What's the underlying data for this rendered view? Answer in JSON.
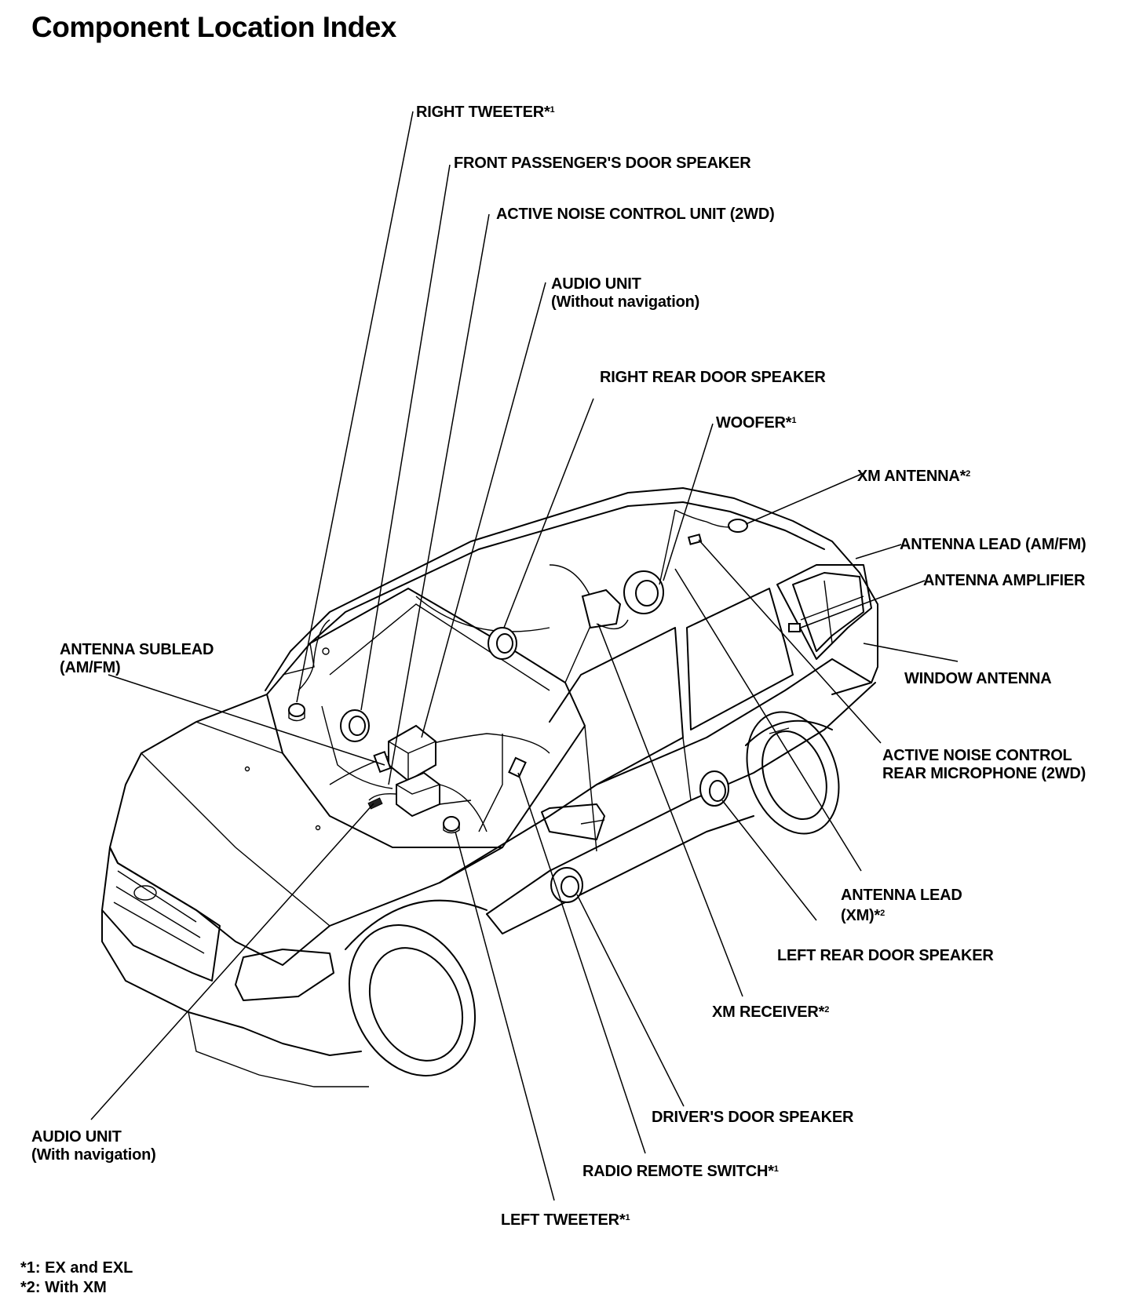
{
  "title": "Component Location Index",
  "labels": {
    "right_tweeter": "RIGHT TWEETER*",
    "right_tweeter_note": "1",
    "front_passenger_door_speaker": "FRONT PASSENGER'S DOOR SPEAKER",
    "anc_unit": "ACTIVE NOISE CONTROL UNIT (2WD)",
    "audio_unit_no_nav_1": "AUDIO UNIT",
    "audio_unit_no_nav_2": "(Without navigation)",
    "right_rear_door_speaker": "RIGHT REAR DOOR SPEAKER",
    "woofer": "WOOFER*",
    "woofer_note": "1",
    "xm_antenna": "XM ANTENNA*",
    "xm_antenna_note": "2",
    "antenna_lead_amfm": "ANTENNA LEAD (AM/FM)",
    "antenna_amplifier": "ANTENNA AMPLIFIER",
    "window_antenna": "WINDOW ANTENNA",
    "anc_mic_1": "ACTIVE NOISE CONTROL",
    "anc_mic_2": "REAR MICROPHONE (2WD)",
    "antenna_sublead_1": "ANTENNA SUBLEAD",
    "antenna_sublead_2": "(AM/FM)",
    "antenna_lead_xm_1": "ANTENNA LEAD",
    "antenna_lead_xm_2": "(XM)*",
    "antenna_lead_xm_note": "2",
    "left_rear_door_speaker": "LEFT REAR DOOR SPEAKER",
    "xm_receiver": "XM RECEIVER*",
    "xm_receiver_note": "2",
    "drivers_door_speaker": "DRIVER'S DOOR SPEAKER",
    "audio_unit_nav_1": "AUDIO UNIT",
    "audio_unit_nav_2": "(With navigation)",
    "radio_remote_switch": "RADIO REMOTE SWITCH*",
    "radio_remote_switch_note": "1",
    "left_tweeter": "LEFT TWEETER*",
    "left_tweeter_note": "1"
  },
  "footnotes": {
    "note1": "*1: EX and EXL",
    "note2": "*2: With XM"
  }
}
